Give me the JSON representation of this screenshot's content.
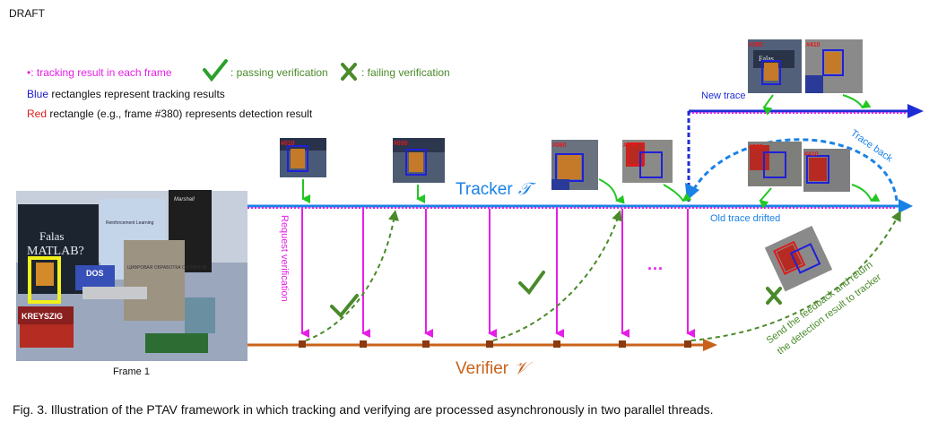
{
  "header": {
    "draft": "DRAFT"
  },
  "legend": {
    "dot_marker": "•",
    "dot_text": ": tracking result in each frame",
    "pass_text": ": passing verification",
    "fail_text": ": failing verification",
    "blue_word": "Blue",
    "blue_text": " rectangles represent tracking results",
    "red_word": "Red",
    "red_text": " rectangle (e.g., frame #380) represents detection result"
  },
  "labels": {
    "frame1": "Frame 1",
    "tracker": "Tracker",
    "tracker_symbol": "𝒯",
    "verifier": "Verifier",
    "verifier_symbol": "𝒱",
    "request_verification": "Request verification",
    "new_trace": "New trace",
    "old_trace": "Old trace drifted",
    "trace_back": "Trace back",
    "feedback_line1": "Send the feedback and return",
    "feedback_line2": "the detection result to tracker",
    "ellipsis": "···"
  },
  "frames": {
    "f1": "#010",
    "f2": "#030",
    "f3": "#060",
    "f4": "#380",
    "f5": "#380",
    "f6": "#410",
    "f7": "#380",
    "f8": "#410"
  },
  "photo_text": {
    "book1_line1": "Falas",
    "book1_line2": "MATLAB?",
    "book2": "Reinforcement Learning",
    "book3": "ЦИФРОВАЯ ОБРАБОТКА СИГНАЛОВ",
    "dos": "DOS",
    "kreyszig": "KREYSZIG",
    "marshall": "Marshall"
  },
  "caption": "Fig. 3. Illustration of the PTAV framework in which tracking and verifying are processed asynchronously in two parallel threads.",
  "colors": {
    "tracker_blue": "#1a82e6",
    "new_trace_blue": "#1f2cd6",
    "verifier_orange": "#c8621a",
    "magenta": "#e61ee6",
    "green": "#22c722",
    "olive_green": "#4a8a2a",
    "legend_blue": "#1a1ac8",
    "legend_red": "#e01a1a"
  }
}
